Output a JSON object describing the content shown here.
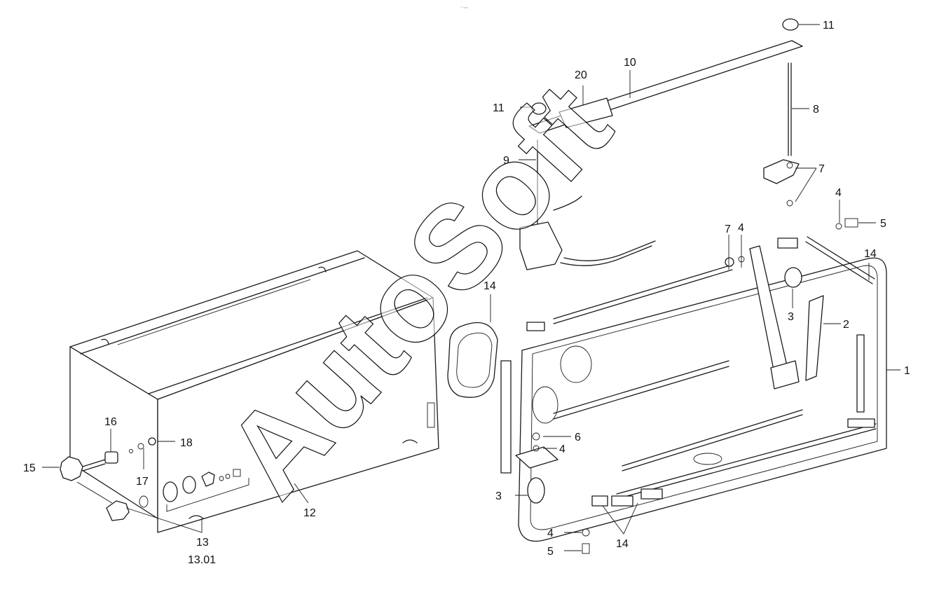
{
  "watermark": "AutoSoft",
  "header_mark": "°· ===",
  "callouts": {
    "c1": "1",
    "c2": "2",
    "c3a": "3",
    "c3b": "3",
    "c4a": "4",
    "c4b": "4",
    "c4c": "4",
    "c4d": "4",
    "c5a": "5",
    "c5b": "5",
    "c6": "6",
    "c7a": "7",
    "c7b": "7",
    "c8": "8",
    "c9": "9",
    "c10": "10",
    "c11a": "11",
    "c11b": "11",
    "c12": "12",
    "c13": "13",
    "c1301": "13.01",
    "c14a": "14",
    "c14b": "14",
    "c14c": "14",
    "c15": "15",
    "c16": "16",
    "c17": "17",
    "c18": "18",
    "c20": "20"
  }
}
